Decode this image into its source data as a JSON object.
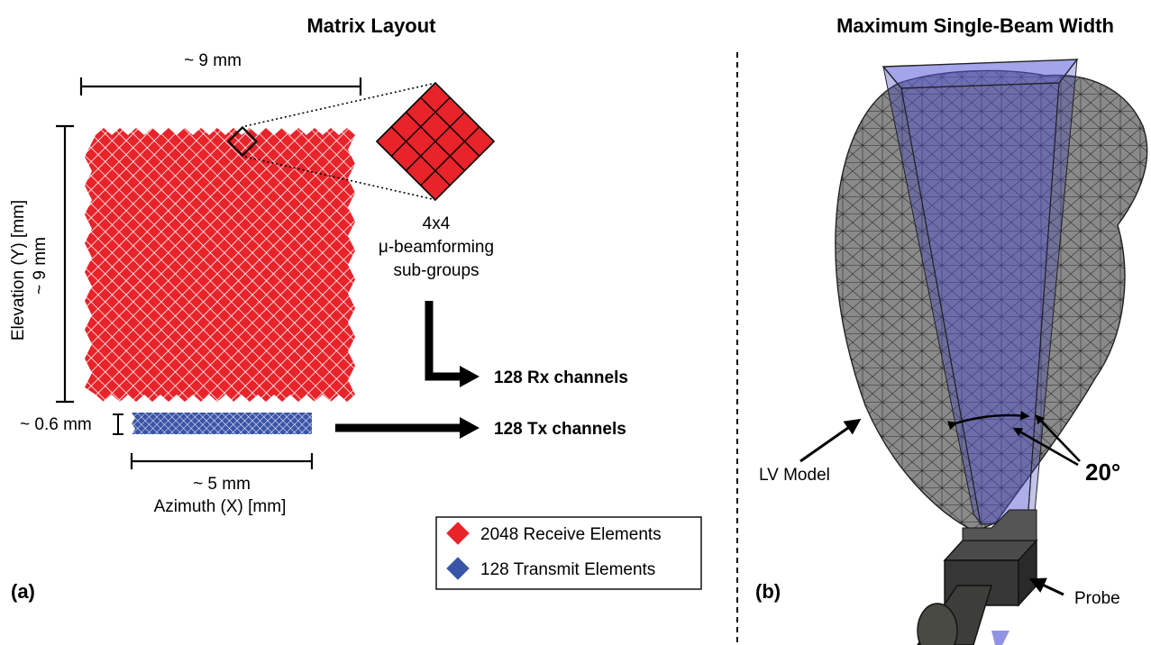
{
  "panel_a": {
    "title": "Matrix Layout",
    "width_dim": "~ 9 mm",
    "height_dim": "~ 9 mm",
    "y_axis": "Elevation (Y) [mm]",
    "tx_height_dim": "~ 0.6 mm",
    "tx_width_dim": "~ 5 mm",
    "x_axis": "Azimuth (X) [mm]",
    "subgroup_line1": "4x4",
    "subgroup_line2": "μ-beamforming",
    "subgroup_line3": "sub-groups",
    "rx_channels": "128 Rx channels",
    "tx_channels": "128 Tx channels",
    "legend": [
      {
        "label": "2048 Receive Elements",
        "color": "#e8232a"
      },
      {
        "label": "128 Transmit Elements",
        "color": "#3a55a8"
      }
    ],
    "panel_label": "(a)"
  },
  "panel_b": {
    "title": "Maximum Single-Beam Width",
    "lv_label": "LV Model",
    "angle_label": "20°",
    "probe_label": "Probe",
    "panel_label": "(b)"
  },
  "colors": {
    "receive": "#e8232a",
    "transmit": "#3a55a8",
    "beam": "#6a6ad8",
    "heart": "#8a8a8a"
  }
}
